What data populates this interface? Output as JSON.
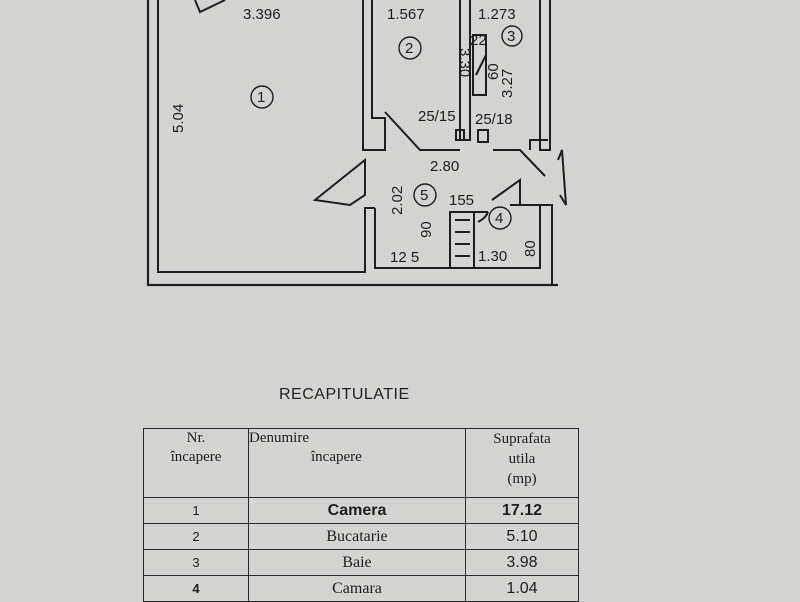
{
  "plan": {
    "dimensions": {
      "top_room1_width": "3.396",
      "top_room2_width": "1.567",
      "top_room3_width": "1.273",
      "room1_height": "5.04",
      "room2_height": "3.30",
      "room3_height": "3.27",
      "door_bath": "22",
      "door_bath_width": "60",
      "door_2": "25/15",
      "door_3": "25/18",
      "hall_width": "2.80",
      "hall_height": "2.02",
      "hall_inner": "155",
      "hall_90": "90",
      "hall_bottom": "12 5",
      "pantry_width": "1.30",
      "pantry_height": "80"
    },
    "room_numbers": [
      "1",
      "2",
      "3",
      "4",
      "5"
    ]
  },
  "recap": {
    "title": "RECAPITULATIE",
    "headers": {
      "nr_line1": "Nr.",
      "nr_line2": "încapere",
      "name_line1": "Denumire",
      "name_line2": "încapere",
      "area_line1": "Suprafata",
      "area_line2": "utila",
      "area_line3": "(mp)"
    },
    "rows": [
      {
        "nr": "1",
        "name": "Camera",
        "area": "17.12"
      },
      {
        "nr": "2",
        "name": "Bucatarie",
        "area": "5.10"
      },
      {
        "nr": "3",
        "name": "Baie",
        "area": "3.98"
      },
      {
        "nr": "4",
        "name": "Camara",
        "area": "1.04"
      }
    ]
  }
}
